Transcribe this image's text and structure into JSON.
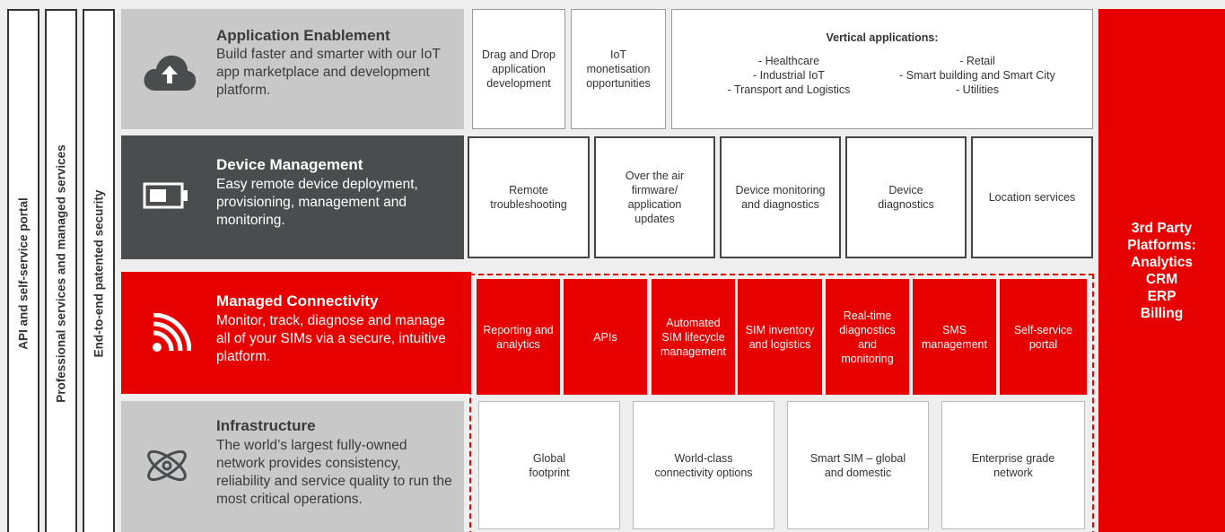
{
  "sidebar": {
    "bar1": "API and self-service portal",
    "bar2": "Professional services and managed services",
    "bar3": "End-to-end patented security"
  },
  "layers": {
    "app": {
      "title": "Application Enablement",
      "desc": "Build faster and smarter with our IoT app marketplace and development platform.",
      "icon": "cloud-upload-icon"
    },
    "device": {
      "title": "Device Management",
      "desc": "Easy remote device deployment, provisioning, management and monitoring.",
      "icon": "battery-icon"
    },
    "conn": {
      "title": "Managed Connectivity",
      "desc": "Monitor, track, diagnose and manage all of your SIMs via a secure, intuitive platform.",
      "icon": "signal-icon"
    },
    "infra": {
      "title": "Infrastructure",
      "desc": "The world’s largest fully-owned network provides consistency, reliability and service quality to run the most critical operations.",
      "icon": "atom-icon"
    }
  },
  "app_boxes": {
    "b1": "Drag and Drop application development",
    "b2": "IoT monetisation opportunities",
    "vertical": {
      "title": "Vertical applications:",
      "left": [
        "- Healthcare",
        "- Industrial IoT",
        "- Transport and Logistics"
      ],
      "right": [
        "- Retail",
        "- Smart building and Smart City",
        "- Utilities"
      ]
    }
  },
  "device_boxes": [
    "Remote troubleshooting",
    "Over the air firmware/ application updates",
    "Device monitoring and diagnostics",
    "Device diagnostics",
    "Location services"
  ],
  "conn_boxes": [
    "Reporting and analytics",
    "APIs",
    "Automated SIM lifecycle management",
    "SIM inventory and logistics",
    "Real-time diagnostics and monitoring",
    "SMS management",
    "Self-service portal"
  ],
  "infra_boxes": [
    "Global footprint",
    "World-class connectivity options",
    "Smart SIM – global and domestic",
    "Enterprise grade network"
  ],
  "third_party": [
    "3rd Party",
    "Platforms:",
    "Analytics",
    "CRM",
    "ERP",
    "Billing"
  ],
  "colors": {
    "red": "#e60000",
    "dark": "#4a4d4e",
    "light": "#c8c8c8"
  }
}
